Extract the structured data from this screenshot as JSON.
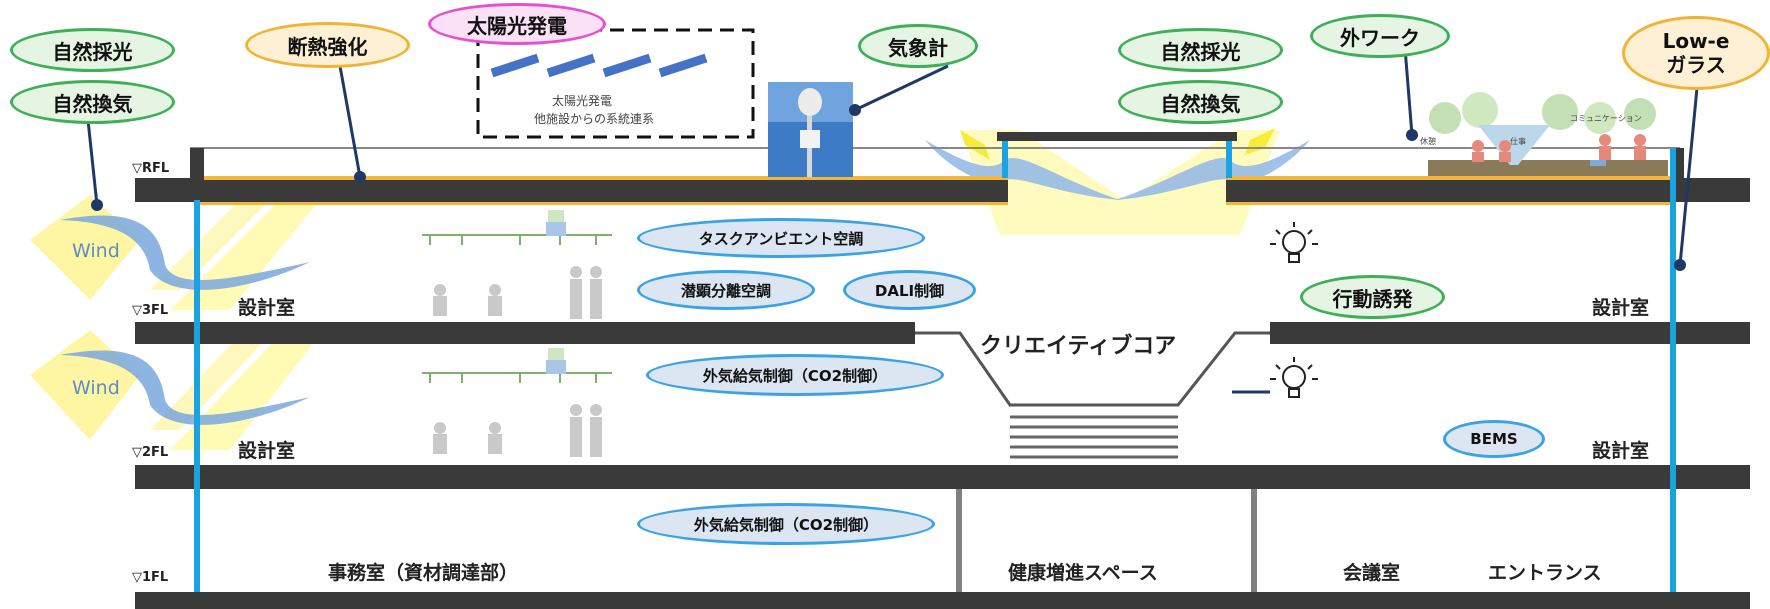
{
  "callouts": {
    "natural_light_left": "自然採光",
    "natural_vent_left": "自然換気",
    "insulation": "断熱強化",
    "solar": "太陽光発電",
    "weather": "気象計",
    "natural_light_center": "自然採光",
    "natural_vent_center": "自然換気",
    "outdoor_work": "外ワーク",
    "low_e_line1": "Low-e",
    "low_e_line2": "ガラス",
    "task_ambient": "タスクアンビエント空調",
    "latent_sensible": "潜顕分離空調",
    "dali": "DALI制御",
    "co2_2f": "外気給気制御（CO2制御）",
    "co2_1f": "外気給気制御（CO2制御）",
    "behavior": "行動誘発",
    "bems": "BEMS"
  },
  "solar_note": {
    "line1": "太陽光発電",
    "line2": "他施設からの系統連系"
  },
  "levels": {
    "rfl": "▽RFL",
    "f3": "▽3FL",
    "f2": "▽2FL",
    "f1": "▽1FL"
  },
  "rooms": {
    "design_3f_left": "設計室",
    "design_2f_left": "設計室",
    "design_3f_right": "設計室",
    "design_2f_right": "設計室",
    "office_1f": "事務室（資材調達部）",
    "health": "健康増進スペース",
    "meeting": "会議室",
    "entrance": "エントランス",
    "core": "クリエイティブコア"
  },
  "wind": {
    "upper": "Wind",
    "lower": "Wind"
  },
  "roof_garden": {
    "rest": "休憩",
    "work": "仕事",
    "comm": "コミュニケーション"
  },
  "colors": {
    "slab": "#3a3a3a",
    "glass": "#1aa3e0",
    "insulation": "#f3b63a",
    "leader": "#1f3864",
    "solar_panel": "#4472c4"
  }
}
